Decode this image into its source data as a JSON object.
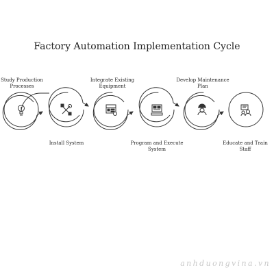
{
  "title": "Factory Automation Implementation Cycle",
  "steps": [
    {
      "label": "Study Production Processes",
      "icon": "lightbulb-icon"
    },
    {
      "label": "Install System",
      "icon": "tools-icon"
    },
    {
      "label": "Integrate Existing Equipment",
      "icon": "control-panel-icon"
    },
    {
      "label": "Program and Execute System",
      "icon": "computer-program-icon"
    },
    {
      "label": "Develop Maintenance Plan",
      "icon": "engineer-icon"
    },
    {
      "label": "Educate and Train Staff",
      "icon": "training-icon"
    }
  ],
  "watermark": "anhduongvina.vn",
  "colors": {
    "stroke": "#333333",
    "text": "#222222",
    "watermark": "#c8c8c8"
  }
}
